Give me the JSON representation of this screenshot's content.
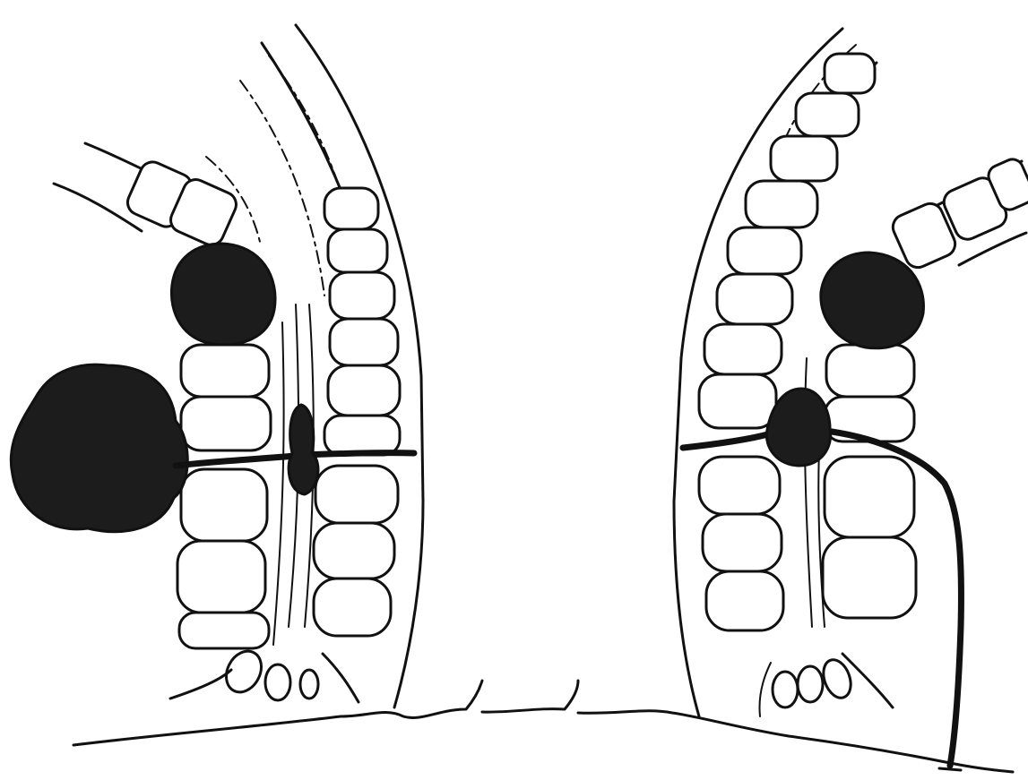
{
  "colors": {
    "ink": "#111111",
    "mass": "#1c1c1c",
    "speckle": "#bdbdbd",
    "background": "#ffffff"
  },
  "panels": [
    {
      "id": "left",
      "features": [
        "external-mass",
        "tract-to-canal"
      ]
    },
    {
      "id": "right",
      "features": [
        "intersphincteric-mass",
        "tract-descending-to-skin"
      ]
    }
  ]
}
